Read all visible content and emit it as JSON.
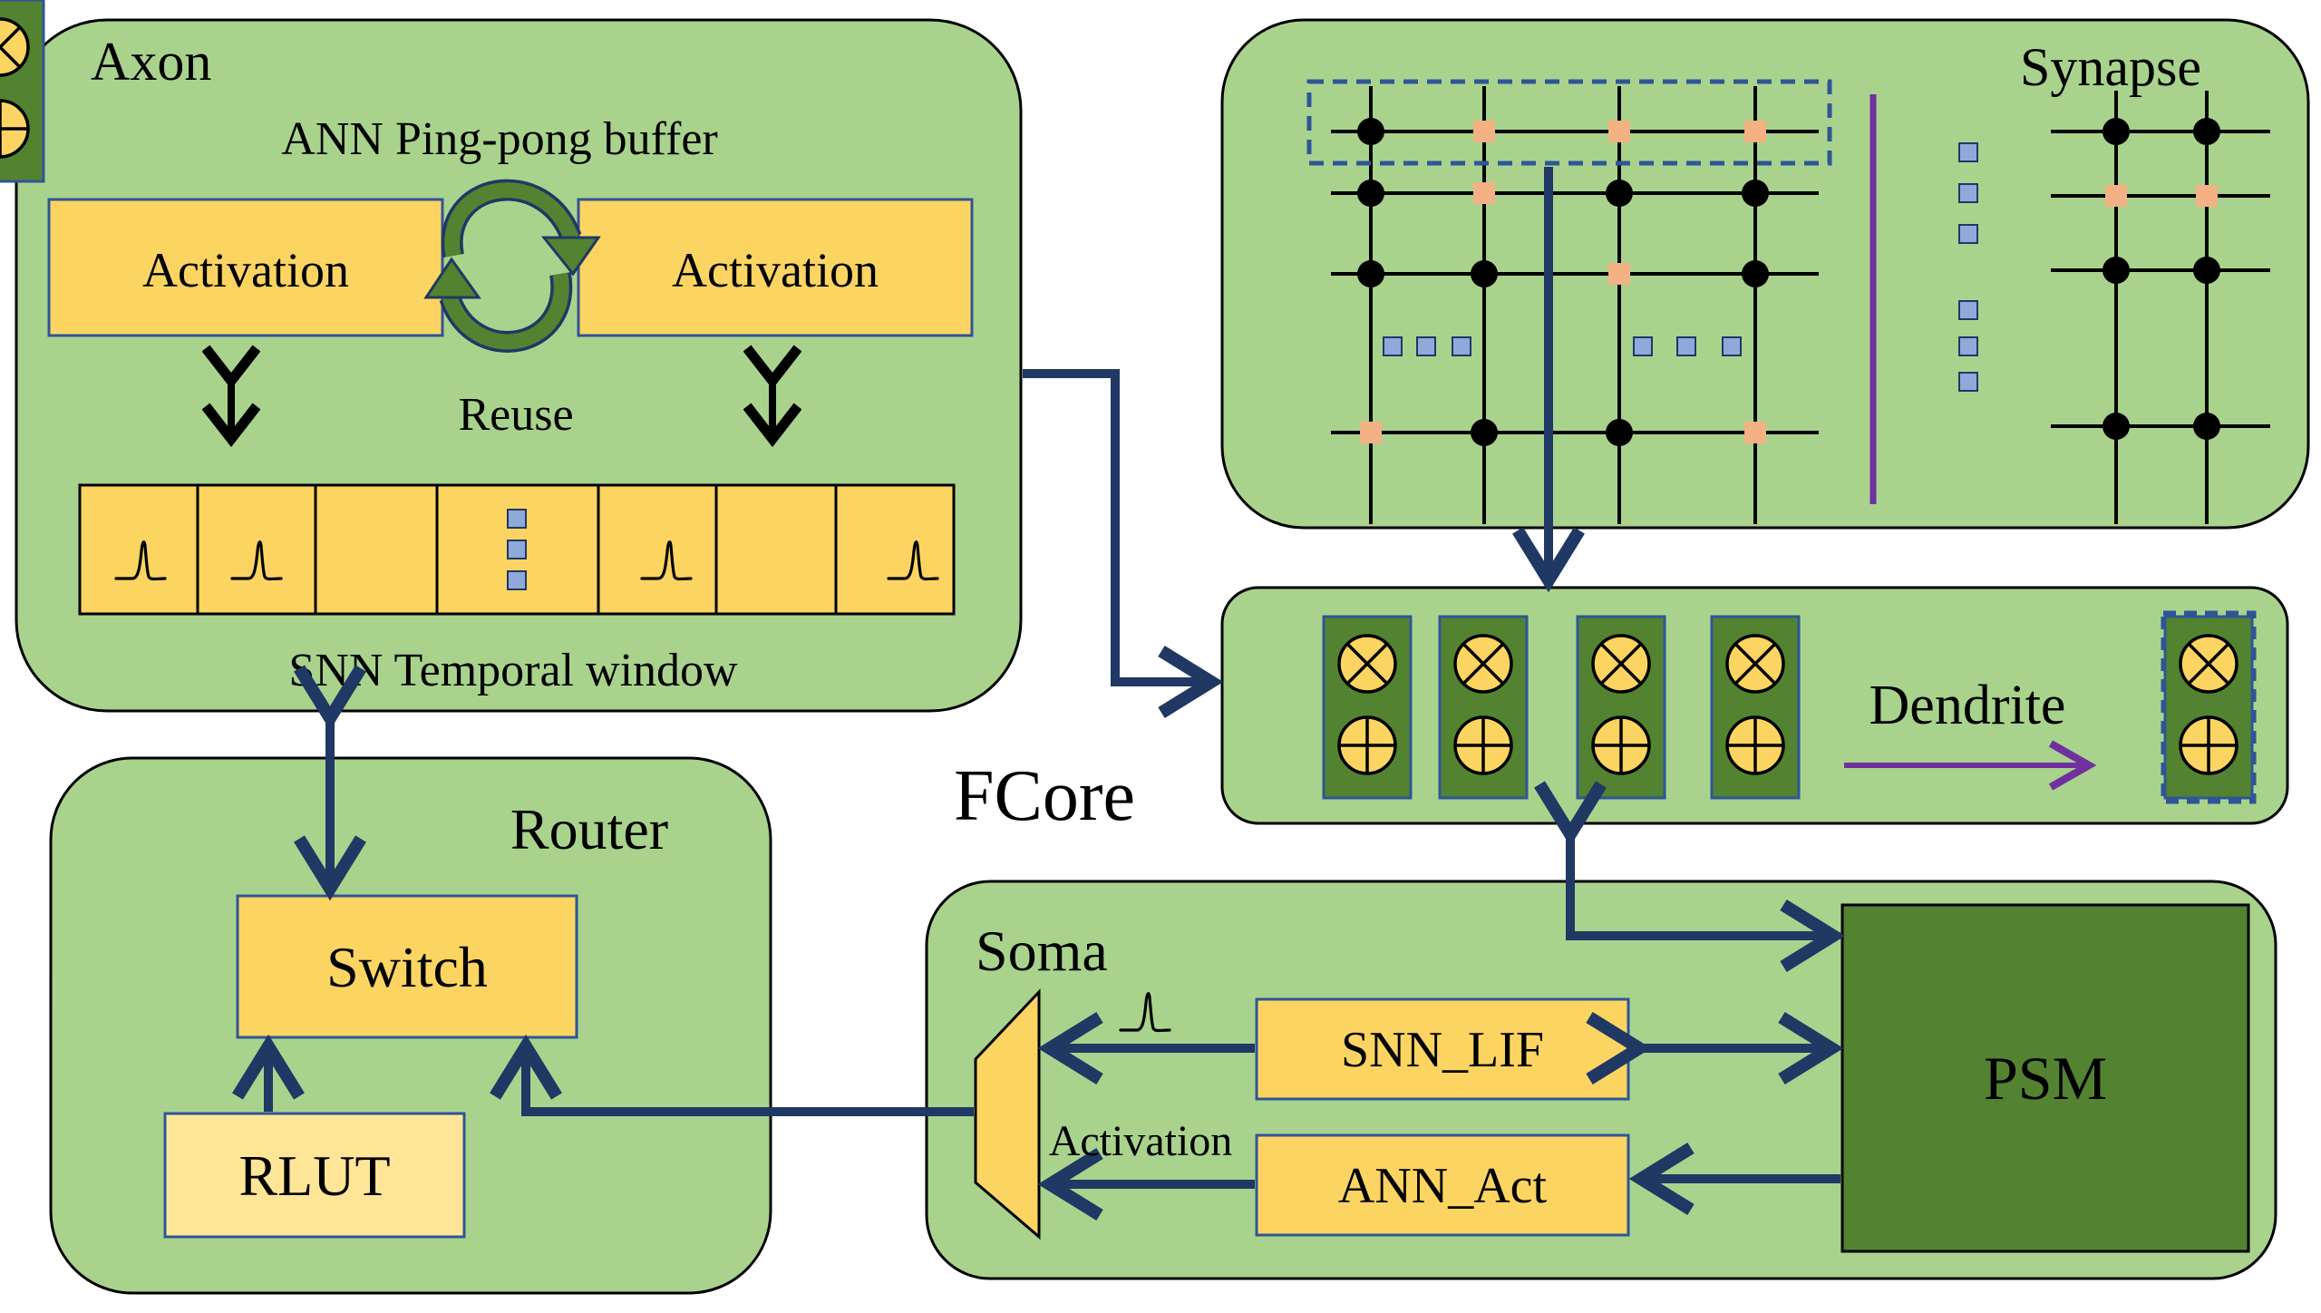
{
  "axon": {
    "title": "Axon",
    "buffer_label": "ANN Ping-pong buffer",
    "activation_left": "Activation",
    "activation_right": "Activation",
    "reuse_label": "Reuse",
    "window_label": "SNN Temporal window",
    "window_slots": [
      "spike",
      "spike",
      "empty",
      "ellipsis",
      "spike",
      "empty",
      "spike"
    ]
  },
  "synapse": {
    "title": "Synapse"
  },
  "dendrite": {
    "label": "Dendrite",
    "unit_count": 5
  },
  "fcore_label": "FCore",
  "router": {
    "title": "Router",
    "switch_label": "Switch",
    "rlut_label": "RLUT"
  },
  "soma": {
    "title": "Soma",
    "snn_lif_label": "SNN_LIF",
    "ann_act_label": "ANN_Act",
    "activation_label": "Activation",
    "psm_label": "PSM"
  },
  "colors": {
    "panel_green": "#a9d38d",
    "block_yellow": "#fcd462",
    "rlut_yellow": "#fee597",
    "dark_green": "#538231",
    "arrow_navy": "#1f3864",
    "purple": "#7030a0",
    "dot_blue": "#8fa9db"
  }
}
